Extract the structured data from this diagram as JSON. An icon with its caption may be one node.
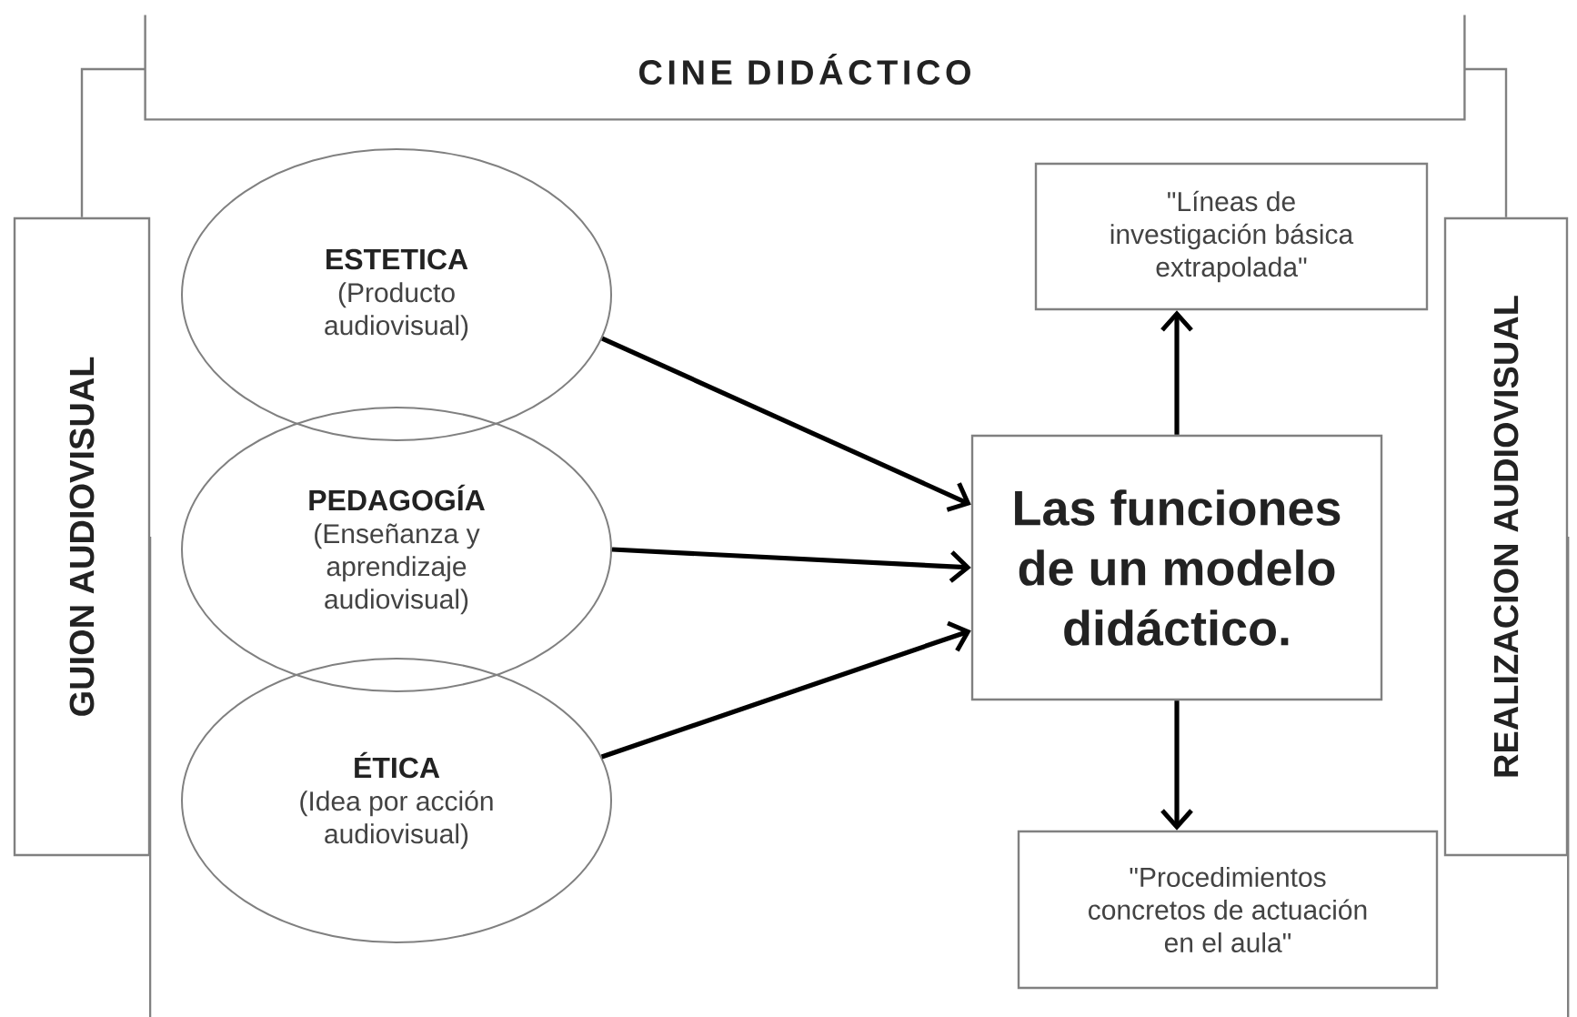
{
  "diagram": {
    "nodes": [
      {
        "text": [
          "CINE DIDÁCTICO"
        ]
      },
      {
        "text": [
          "GUION AUDIOVISUAL"
        ]
      },
      {
        "text": [
          "ESTETICA",
          "(Producto audiovisual)"
        ]
      },
      {
        "text": [
          "PEDAGOGÍA",
          "(Enseñanza y aprendizaje audiovisual)"
        ]
      },
      {
        "text": [
          "ÉTICA",
          "(Idea por acción audiovisual)"
        ]
      },
      {
        "text": [
          "\"Líneas de investigación básica extrapolada\""
        ]
      },
      {
        "text": [
          "Las funciones de un modelo didáctico."
        ]
      },
      {
        "text": [
          "\"Procedimientos concretos de actuación en el aula\""
        ]
      },
      {
        "text": [
          "REALIZACION AUDIOVISUAL"
        ]
      }
    ],
    "edges": [
      {
        "from": 0,
        "to": 1,
        "arrow": "none",
        "color": "#808080"
      },
      {
        "from": 0,
        "to": 8,
        "arrow": "none",
        "color": "#808080"
      },
      {
        "from": 1,
        "to": null,
        "arrow": "none",
        "color": "#808080"
      },
      {
        "from": 8,
        "to": null,
        "arrow": "none",
        "color": "#808080"
      },
      {
        "from": 2,
        "to": 6,
        "arrow": "to"
      },
      {
        "from": 3,
        "to": 6,
        "arrow": "to"
      },
      {
        "from": 4,
        "to": 6,
        "arrow": "to"
      },
      {
        "from": 6,
        "to": 5,
        "arrow": "to"
      },
      {
        "from": 6,
        "to": 7,
        "arrow": "to"
      }
    ]
  }
}
